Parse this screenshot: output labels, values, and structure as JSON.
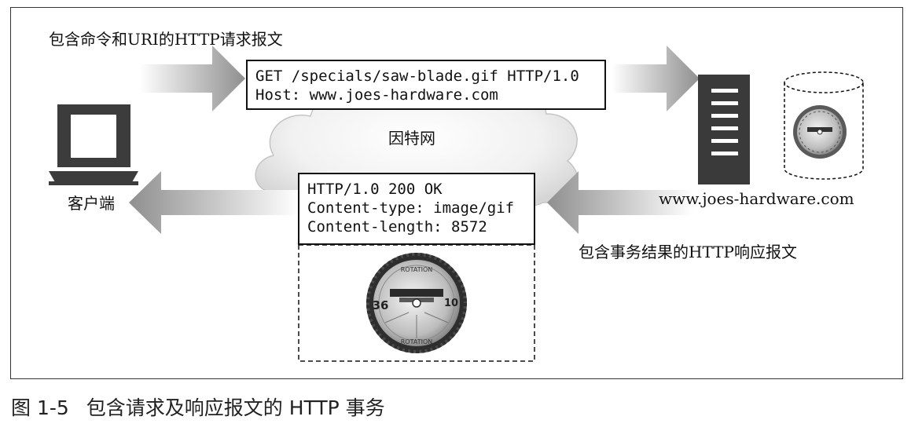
{
  "labels": {
    "request_caption": "包含命令和URI的HTTP请求报文",
    "response_caption": "包含事务结果的HTTP响应报文",
    "internet": "因特网",
    "client": "客户端",
    "server_host": "www.joes-hardware.com"
  },
  "request": {
    "line1": "GET /specials/saw-blade.gif HTTP/1.0",
    "line2": "Host: www.joes-hardware.com"
  },
  "response": {
    "line1": "HTTP/1.0 200 OK",
    "line2": "Content-type: image/gif",
    "line3": "Content-length: 8572"
  },
  "blade": {
    "brand": "ROTATION",
    "left_number": "36",
    "right_number": "10"
  },
  "figure": {
    "number": "图 1-5",
    "title": "包含请求及响应报文的 HTTP 事务"
  }
}
